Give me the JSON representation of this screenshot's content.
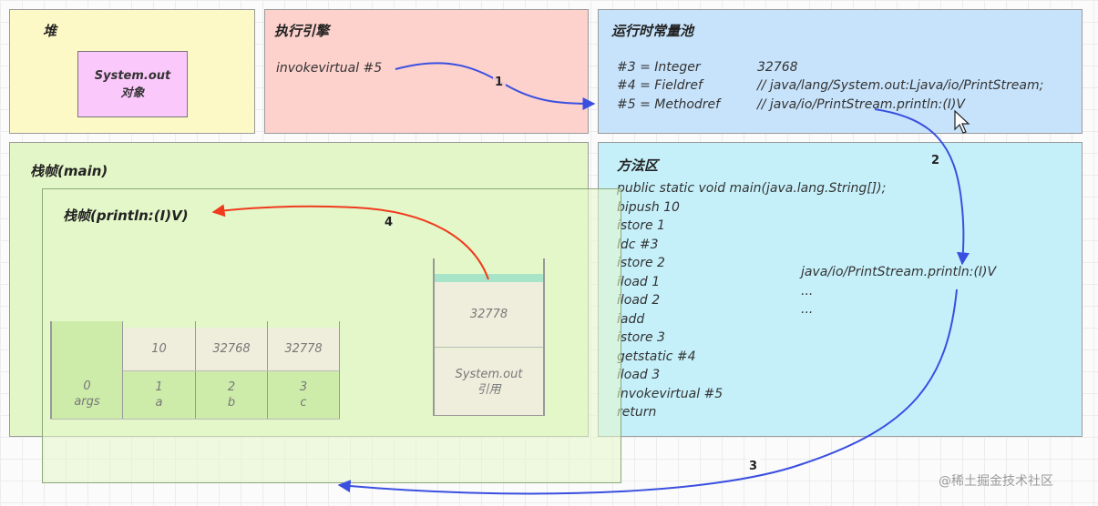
{
  "heap": {
    "title": "堆",
    "object_line1": "System.out",
    "object_line2": "对象"
  },
  "engine": {
    "title": "执行引擎",
    "instruction": "invokevirtual #5"
  },
  "constant_pool": {
    "title": "运行时常量池",
    "rows": [
      {
        "key": "#3 = Integer",
        "value": "32768"
      },
      {
        "key": "#4 = Fieldref",
        "value": "// java/lang/System.out:Ljava/io/PrintStream;"
      },
      {
        "key": "#5 = Methodref",
        "value": "// java/io/PrintStream.println:(I)V"
      }
    ]
  },
  "main_frame": {
    "title": "栈帧(main)",
    "locals": [
      {
        "value": "",
        "index": "0",
        "name": "args"
      },
      {
        "value": "10",
        "index": "1",
        "name": "a"
      },
      {
        "value": "32768",
        "index": "2",
        "name": "b"
      },
      {
        "value": "32778",
        "index": "3",
        "name": "c"
      }
    ],
    "operand_stack": [
      {
        "line1": "32778",
        "line2": ""
      },
      {
        "line1": "System.out",
        "line2": "引用"
      }
    ]
  },
  "println_frame": {
    "title": "栈帧(println:(I)V)"
  },
  "method_area": {
    "title": "方法区",
    "main_code": [
      "public static void main(java.lang.String[]);",
      "bipush 10",
      "istore 1",
      "ldc #3",
      "istore 2",
      "iload 1",
      "iload 2",
      "iadd",
      "istore 3",
      "getstatic #4",
      "iload 3",
      "invokevirtual #5",
      "return"
    ],
    "println_code": [
      "java/io/PrintStream.println:(I)V",
      "...",
      "..."
    ]
  },
  "arrows": {
    "step1": "1",
    "step2": "2",
    "step3": "3",
    "step4": "4"
  },
  "watermark": "@稀土掘金技术社区",
  "colors": {
    "heap_bg": "#fdf9c6",
    "engine_bg": "#fdd1cc",
    "pool_bg": "#c7e3fb",
    "method_bg": "#c5f0fa",
    "frame_bg": "#e3f6c7",
    "object_bg": "#fbc8fb",
    "blue_arrow": "#3a4fe0",
    "red_arrow": "#f03a1e"
  }
}
